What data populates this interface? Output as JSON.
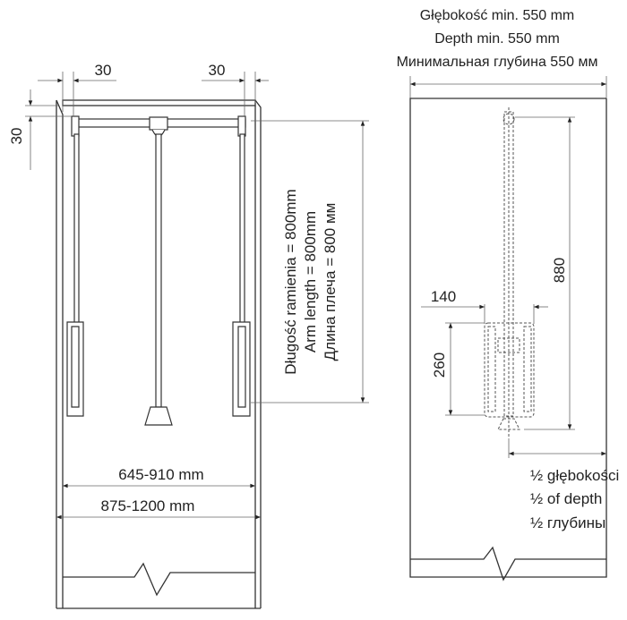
{
  "front_view": {
    "offset_left": "30",
    "offset_right": "30",
    "offset_top": "30",
    "arm_length": [
      "Długość ramienia = 800mm",
      "Arm length = 800mm",
      "Длина плеча = 800 мм"
    ],
    "width_range_inner": "645-910 mm",
    "width_range_outer": "875-1200 mm"
  },
  "side_view": {
    "min_depth": [
      "Głębokość min. 550 mm",
      "Depth min. 550 mm",
      "Минимальная глубина 550 мм"
    ],
    "height": "880",
    "basket_width": "140",
    "basket_height": "260",
    "half_depth": [
      "½ głębokości",
      "½ of depth",
      "½ глубины"
    ]
  }
}
